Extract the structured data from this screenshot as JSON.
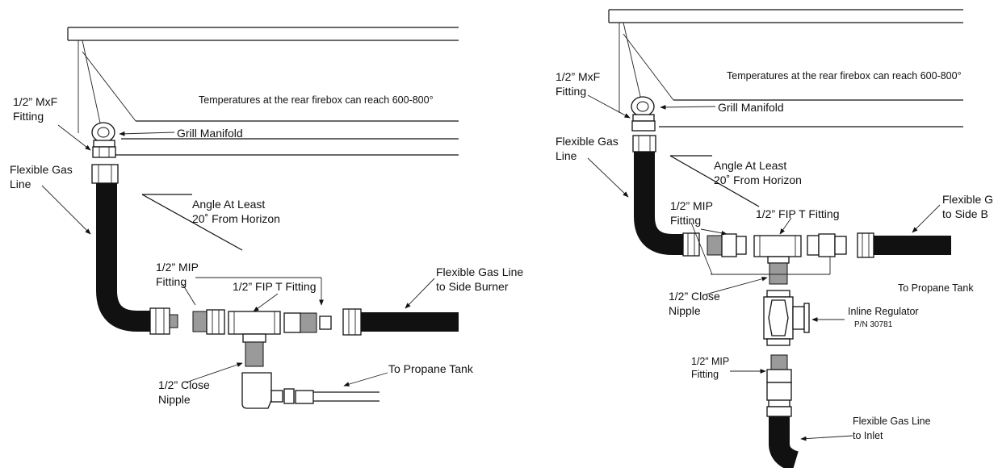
{
  "left_diagram": {
    "temperature_note": "Temperatures at the rear firebox can reach 600-800°",
    "mxf_fitting": [
      "1/2” MxF",
      "Fitting"
    ],
    "grill_manifold": "Grill Manifold",
    "flexible_gas_line": [
      "Flexible Gas",
      "Line"
    ],
    "angle_note": [
      "Angle At Least",
      "20˚ From Horizon"
    ],
    "mip_fitting": [
      "1/2” MIP",
      "Fitting"
    ],
    "fip_t_fitting": "1/2” FIP T Fitting",
    "flex_to_side_burner": [
      "Flexible Gas Line",
      "to Side Burner"
    ],
    "close_nipple": [
      "1/2” Close",
      "Nipple"
    ],
    "to_propane_tank": "To Propane Tank"
  },
  "right_diagram": {
    "temperature_note": "Temperatures at the rear firebox can reach 600-800°",
    "mxf_fitting": [
      "1/2” MxF",
      "Fitting"
    ],
    "grill_manifold": "Grill Manifold",
    "flexible_gas_line": [
      "Flexible Gas",
      "Line"
    ],
    "angle_note": [
      "Angle At Least",
      "20˚ From Horizon"
    ],
    "mip_fitting": [
      "1/2” MIP",
      "Fitting"
    ],
    "fip_t_fitting": "1/2” FIP T Fitting",
    "flex_to_side_burner": [
      "Flexible G",
      "to Side B"
    ],
    "to_propane_tank": "To Propane Tank",
    "close_nipple": [
      "1/2” Close",
      "Nipple"
    ],
    "inline_regulator": "Inline Regulator",
    "regulator_part": "P/N 30781",
    "mip_fitting_lower": [
      "1/2” MIP",
      "Fitting"
    ],
    "flex_to_inlet": [
      "Flexible Gas Line",
      "to Inlet"
    ]
  }
}
